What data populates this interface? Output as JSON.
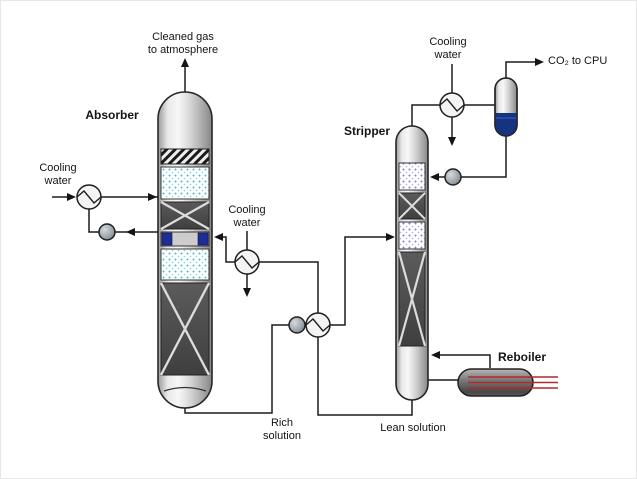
{
  "labels": {
    "cleaned_gas": "Cleaned gas\nto atmosphere",
    "absorber": "Absorber",
    "cooling_water_left": "Cooling\nwater",
    "cooling_water_middle": "Cooling\nwater",
    "cooling_water_right": "Cooling\nwater",
    "stripper": "Stripper",
    "co2_to_cpu": "CO₂ to CPU",
    "rich_solution": "Rich\nsolution",
    "lean_solution": "Lean solution",
    "reboiler": "Reboiler"
  },
  "icons": {
    "heat_exchanger": "circle-with-zigzag",
    "pump": "shaded-circle",
    "flow_arrow": "solid-black-triangle",
    "structured_packing": "dark-band-with-x-cross",
    "random_packing": "stippled-dots-band",
    "demister": "diagonal-hatch-band"
  },
  "colors": {
    "background": "#ffffff",
    "line": "#1c1c1c",
    "column_shell_light": "#f7f7f7",
    "column_shell_dark": "#868686",
    "dark_band": "#4a4a4a",
    "absorber_packing_dots": "#56b7c3",
    "stripper_packing_dots": "#8b7cc2",
    "distributor_blue": "#1d2f96",
    "separator_liquid_blue": "#16337f",
    "reboiler_heater_red": "#b3282d"
  }
}
